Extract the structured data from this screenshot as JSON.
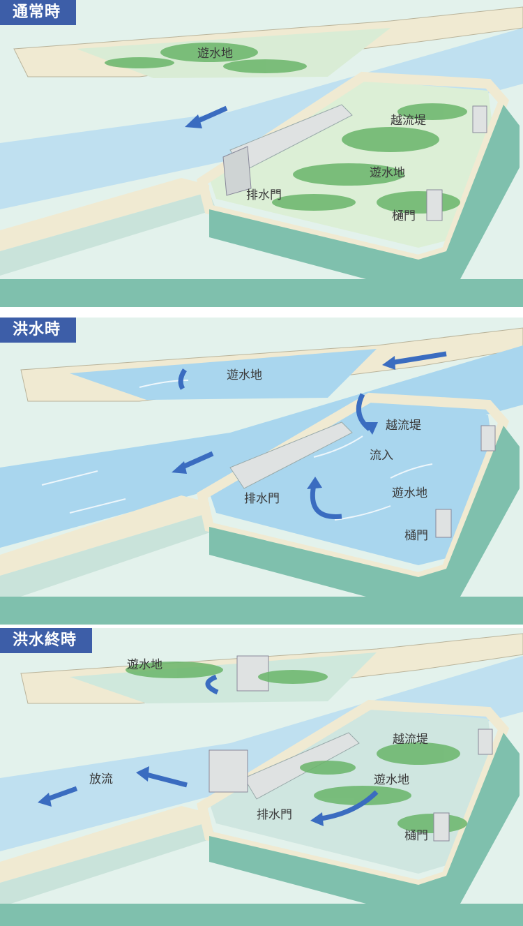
{
  "colors": {
    "background": "#e3f2ec",
    "levee_top": "#f0ead2",
    "levee_face": "#c9e3da",
    "wall_face": "#7fc0ad",
    "water": "#bfe0f0",
    "flood_water": "#a9d6ee",
    "grass": "#6ab56a",
    "gate": "#dfe2e2",
    "arrow": "#3a6cc0",
    "tag_bg": "#3d5ea8"
  },
  "panels": [
    {
      "title": "通常時",
      "labels": {
        "basin_upper": "遊水地",
        "overflow_levee": "越流堤",
        "basin_lower": "遊水地",
        "drain_gate": "排水門",
        "sluice": "樋門"
      }
    },
    {
      "title": "洪水時",
      "labels": {
        "basin_upper": "遊水地",
        "overflow_levee": "越流堤",
        "inflow": "流入",
        "basin_lower": "遊水地",
        "drain_gate": "排水門",
        "sluice": "樋門"
      }
    },
    {
      "title": "洪水終時",
      "labels": {
        "basin_upper": "遊水地",
        "overflow_levee": "越流堤",
        "basin_lower": "遊水地",
        "discharge": "放流",
        "drain_gate": "排水門",
        "sluice": "樋門"
      }
    }
  ]
}
